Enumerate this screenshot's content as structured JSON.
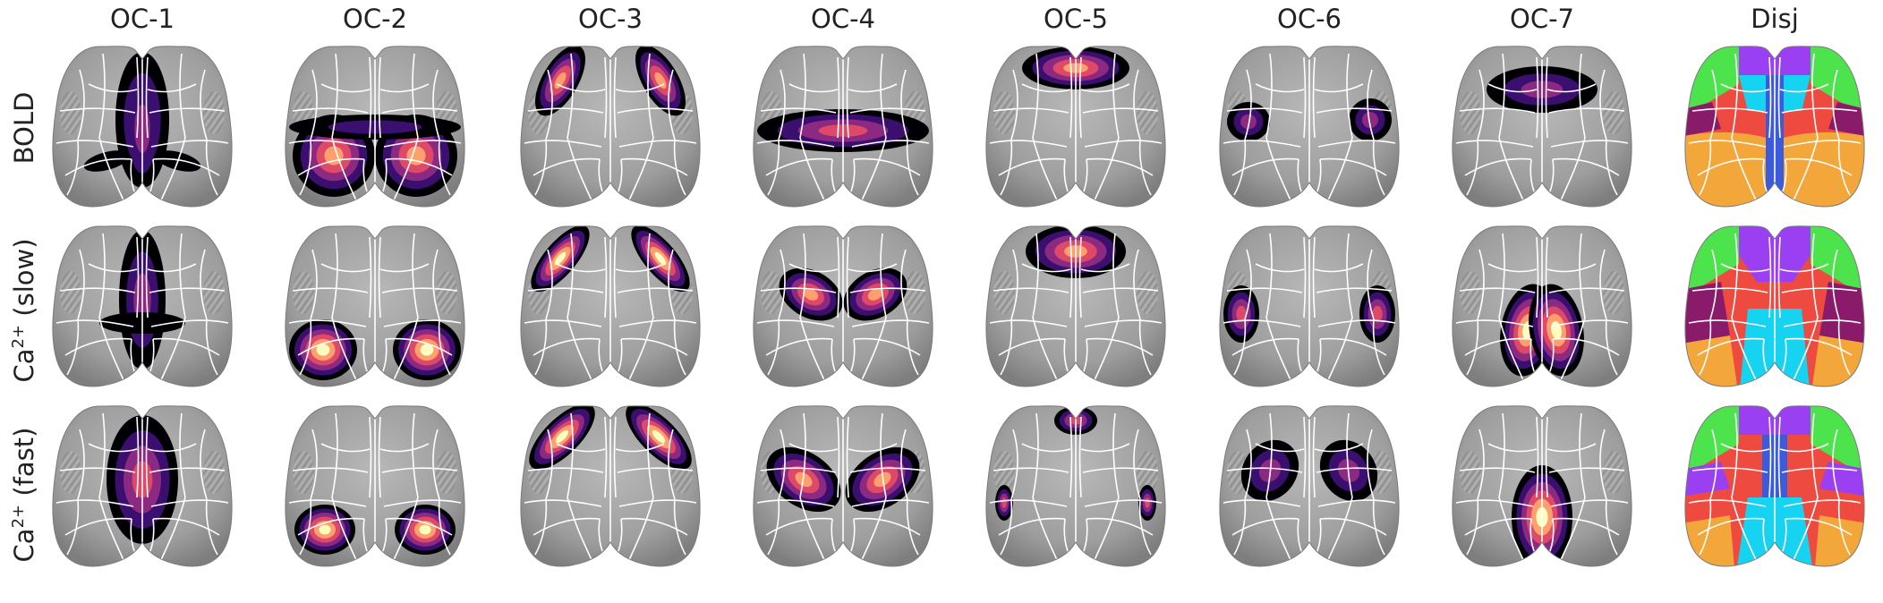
{
  "figure": {
    "columns": [
      "OC-1",
      "OC-2",
      "OC-3",
      "OC-4",
      "OC-5",
      "OC-6",
      "OC-7",
      "Disj"
    ],
    "rows": [
      {
        "base": "BOLD",
        "sup": "",
        "rest": ""
      },
      {
        "base": "Ca",
        "sup": "2+",
        "rest": " (slow)"
      },
      {
        "base": "Ca",
        "sup": "2+",
        "rest": " (fast)"
      }
    ]
  },
  "colors": {
    "brain_gray": "#9a9a9a",
    "region_outline": "#ffffff",
    "magma": [
      "#000004",
      "#3b0f70",
      "#8c2981",
      "#de4968",
      "#fe9f6d",
      "#fcfdbf"
    ],
    "disjoint": {
      "green": "#4de34d",
      "purple": "#9a3ff2",
      "cyan": "#17d3f2",
      "blue": "#3b5bdc",
      "red": "#ef4a40",
      "maroon": "#8a1a6a",
      "orange": "#f3a63a"
    }
  }
}
